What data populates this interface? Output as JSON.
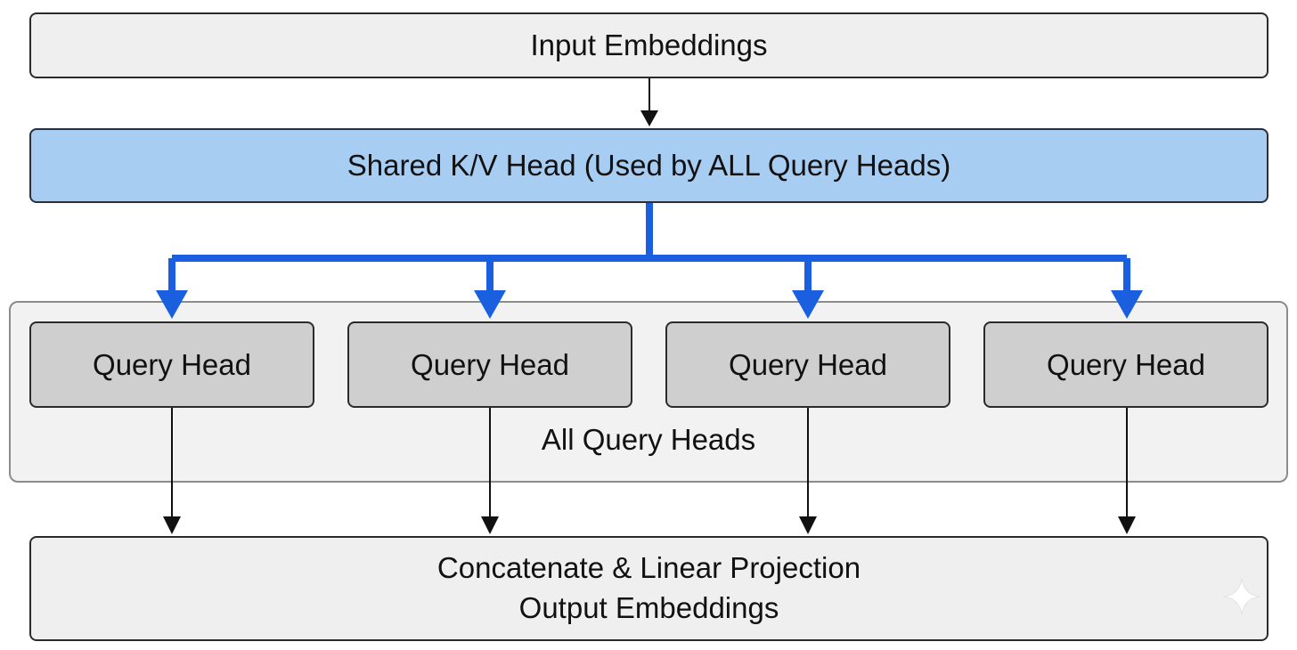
{
  "input": {
    "label": "Input Embeddings"
  },
  "shared": {
    "label": "Shared K/V Head (Used by ALL Query Heads)"
  },
  "query_heads": [
    {
      "label": "Query Head"
    },
    {
      "label": "Query Head"
    },
    {
      "label": "Query Head"
    },
    {
      "label": "Query Head"
    }
  ],
  "group": {
    "label": "All Query Heads"
  },
  "output": {
    "line1": "Concatenate & Linear Projection",
    "line2": "Output Embeddings"
  },
  "colors": {
    "shared_fill": "#a8cdf3",
    "blue_arrow": "#1a5fe0",
    "query_fill": "#cfcfcf",
    "box_fill": "#efefef"
  },
  "icons": {
    "corner_mark": "sparkle-icon"
  }
}
